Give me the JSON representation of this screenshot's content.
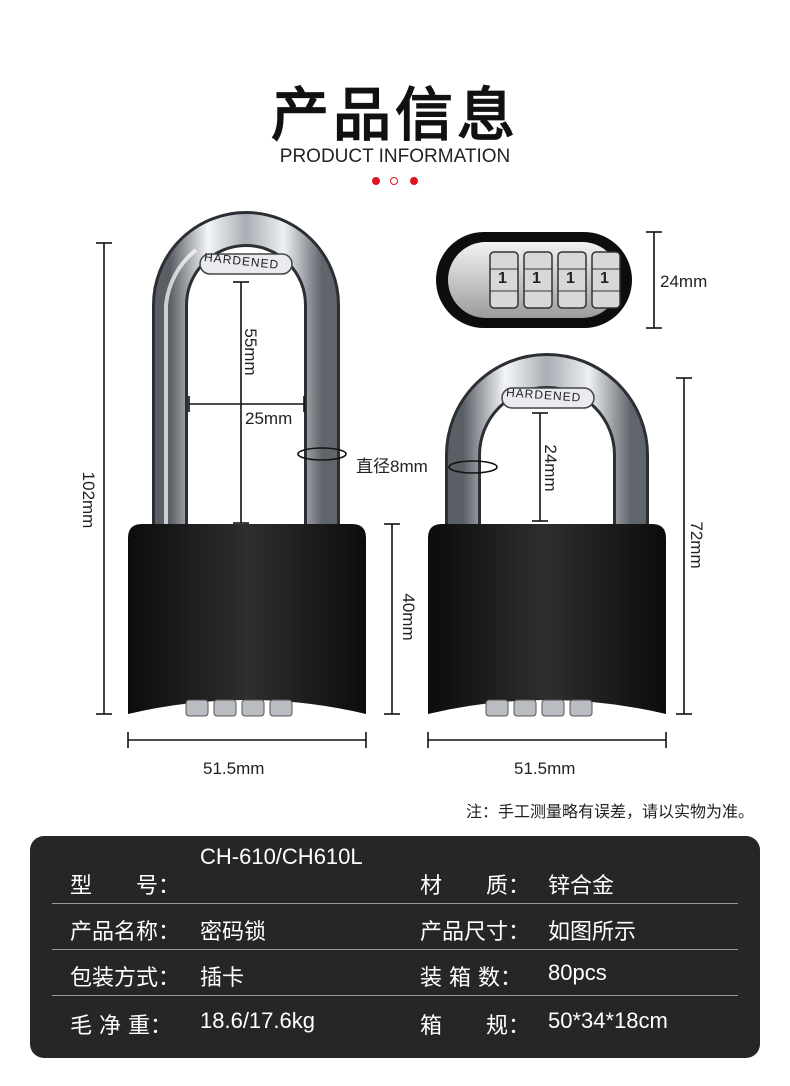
{
  "header": {
    "title": "产品信息",
    "subtitle": "PRODUCT INFORMATION"
  },
  "colors": {
    "accent": "#e0141e",
    "panel": "#262626"
  },
  "locks": {
    "engraving": "HARDENED",
    "dial_digits": [
      "1",
      "1",
      "1",
      "1"
    ]
  },
  "dimensions": {
    "long_total_height": "102mm",
    "long_shackle_height": "55mm",
    "shackle_inner_width": "25mm",
    "shackle_diameter": "直径8mm",
    "body_height": "40mm",
    "long_body_width": "51.5mm",
    "dial_height": "24mm",
    "short_shackle_height": "24mm",
    "short_total_height": "72mm",
    "short_body_width": "51.5mm"
  },
  "note": "注：手工测量略有误差，请以实物为准。",
  "specs": [
    {
      "label": "型　　号：",
      "value": "CH-610/CH610L",
      "label2": "材　　质：",
      "value2": "锌合金"
    },
    {
      "label": "产品名称：",
      "value": "密码锁",
      "label2": "产品尺寸：",
      "value2": "如图所示"
    },
    {
      "label": "包装方式：",
      "value": "插卡",
      "label2": "装 箱 数：",
      "value2": "80pcs"
    },
    {
      "label": "毛 净 重：",
      "value": "18.6/17.6kg",
      "label2": "箱　　规：",
      "value2": "50*34*18cm"
    }
  ]
}
